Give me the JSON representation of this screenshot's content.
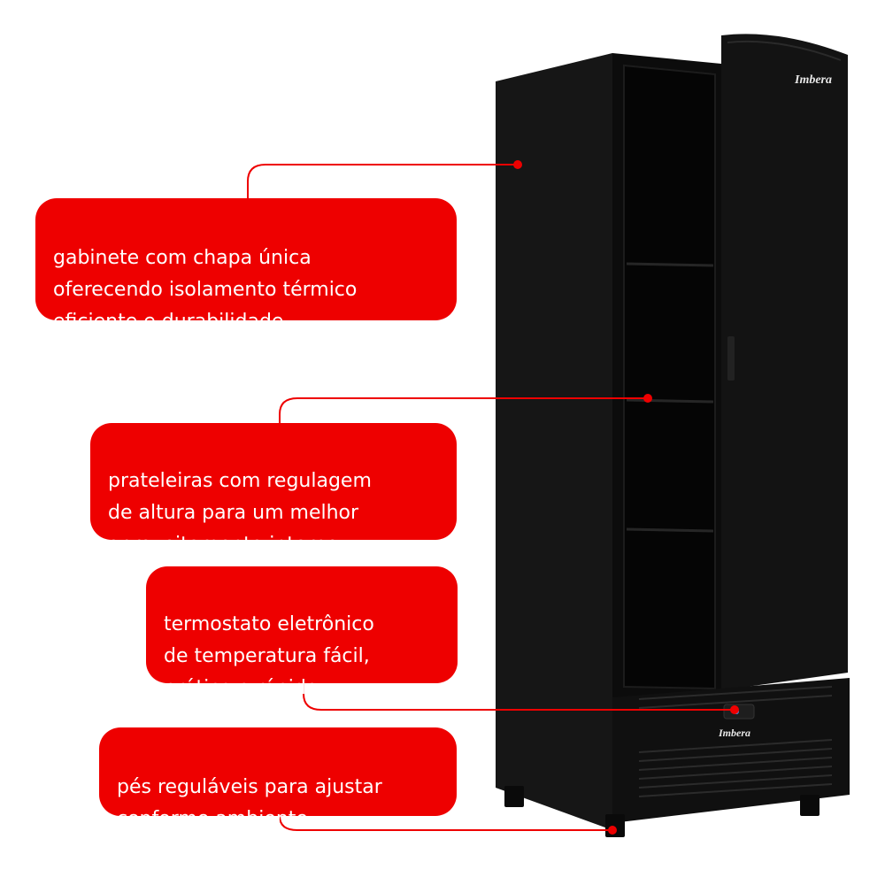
{
  "brand": {
    "name": "Imbera"
  },
  "callouts": [
    {
      "id": "cabinet",
      "text": "gabinete com chapa única\noferecendo isolamento térmico\neficiente e durabilidade"
    },
    {
      "id": "shelves",
      "text": "prateleiras com regulagem\nde altura para um melhor\naproveitamento interno"
    },
    {
      "id": "thermostat",
      "text": "termostato eletrônico\nde temperatura fácil,\nprático e rápido"
    },
    {
      "id": "feet",
      "text": "pés reguláveis para ajustar\nconforme ambiente"
    }
  ],
  "colors": {
    "accent": "#ee0000",
    "product": "#111111"
  }
}
